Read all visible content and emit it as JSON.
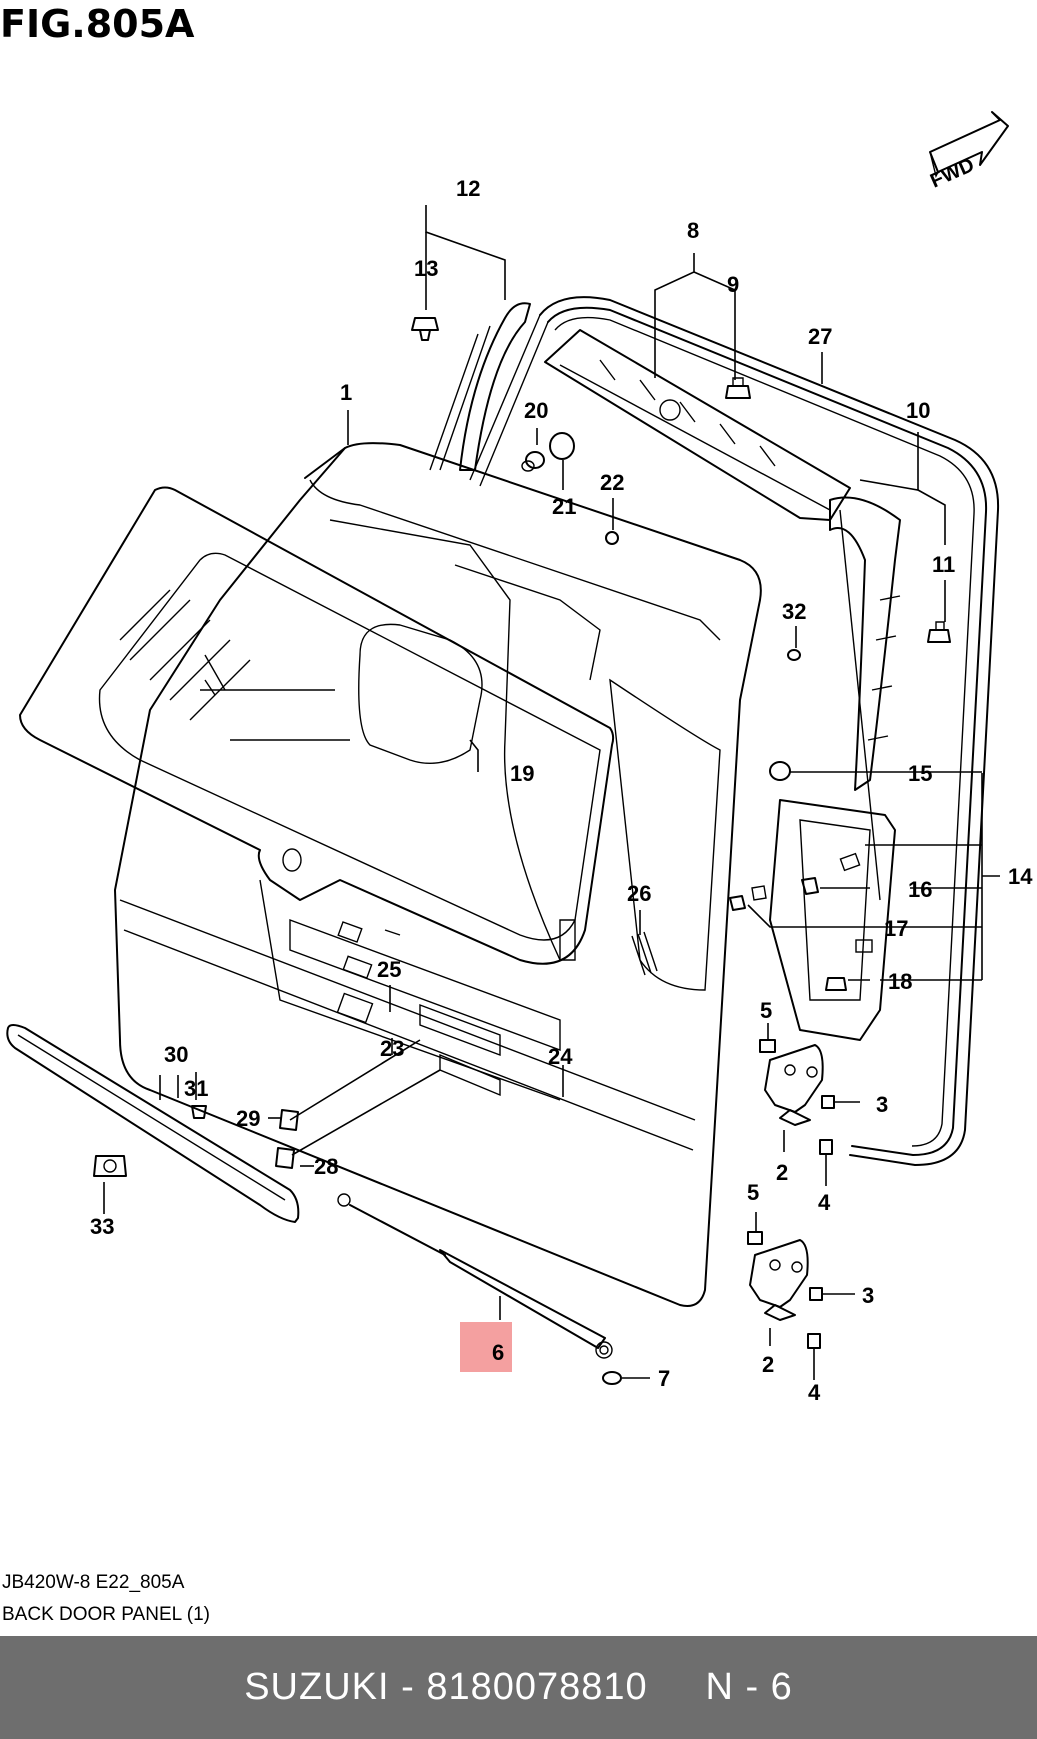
{
  "figure": {
    "title": "FIG.805A",
    "code": "JB420W-8 E22_805A",
    "description": "BACK DOOR PANEL (1)",
    "forward_marker": "FWD",
    "highlight_color": "#f4a0a0"
  },
  "callouts": {
    "c1": "1",
    "c2a": "2",
    "c2b": "2",
    "c3a": "3",
    "c3b": "3",
    "c4a": "4",
    "c4b": "4",
    "c5a": "5",
    "c5b": "5",
    "c6": "6",
    "c7": "7",
    "c8": "8",
    "c9": "9",
    "c10": "10",
    "c11": "11",
    "c12": "12",
    "c13": "13",
    "c14": "14",
    "c15": "15",
    "c16": "16",
    "c17": "17",
    "c18": "18",
    "c19": "19",
    "c20": "20",
    "c21": "21",
    "c22": "22",
    "c23": "23",
    "c24": "24",
    "c25": "25",
    "c26": "26",
    "c27": "27",
    "c28": "28",
    "c29": "29",
    "c30": "30",
    "c31": "31",
    "c32": "32",
    "c33": "33"
  },
  "footer": {
    "text": "SUZUKI - 8180078810     N - 6",
    "background": "#6e6e6e"
  }
}
